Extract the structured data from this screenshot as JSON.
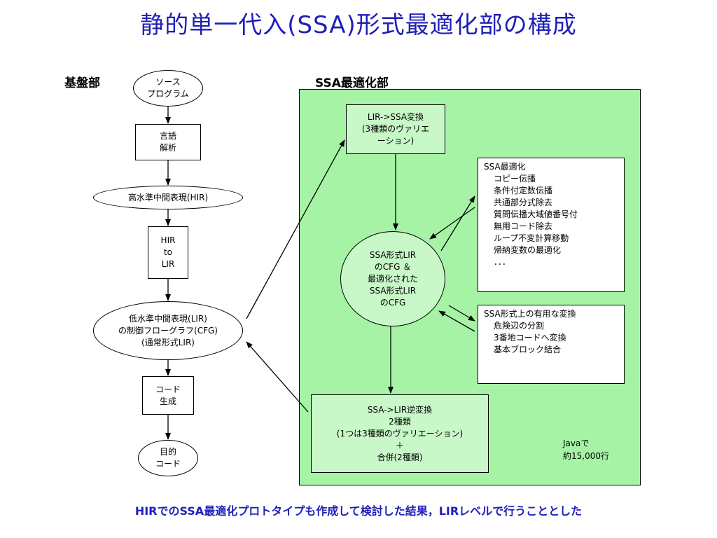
{
  "title": "静的単一代入(SSA)形式最適化部の構成",
  "basic_section": {
    "label": "基盤部",
    "source": [
      "ソース",
      "プログラム"
    ],
    "parse": [
      "言語",
      "解析"
    ],
    "hir": "高水準中間表現(HIR)",
    "hir_to_lir": [
      "HIR",
      "to",
      "LIR"
    ],
    "lir": [
      "低水準中間表現(LIR)",
      "の制御フローグラフ(CFG)",
      "(通常形式LIR)"
    ],
    "codegen": [
      "コード",
      "生成"
    ],
    "target": [
      "目的",
      "コード"
    ]
  },
  "ssa_section": {
    "label": "SSA最適化部",
    "lir_to_ssa": [
      "LIR->SSA変換",
      "(3種類のヴァリエ",
      "ーション)"
    ],
    "ssa_cfg": [
      "SSA形式LIR",
      "のCFG ＆",
      "最適化された",
      "SSA形式LIR",
      "のCFG"
    ],
    "ssa_opt": {
      "heading": "SSA最適化",
      "items": [
        "コピー伝播",
        "条件付定数伝播",
        "共通部分式除去",
        "質問伝播大域値番号付",
        "無用コード除去",
        "ループ不変計算移動",
        "帰納変数の最適化",
        "．．．"
      ]
    },
    "ssa_transform": {
      "heading": "SSA形式上の有用な変換",
      "items": [
        "危険辺の分割",
        "3番地コードへ変換",
        "基本ブロック結合"
      ]
    },
    "ssa_to_lir": [
      "SSA->LIR逆変換",
      "2種類",
      "(1つは3種類のヴァリエーション)",
      "＋",
      "合併(2種類)"
    ],
    "note": [
      "Javaで",
      "約15,000行"
    ]
  },
  "footer": "HIRでのSSA最適化プロトタイプも作成して検討した結果，LIRレベルで行うこととした",
  "colors": {
    "title": "#1f1fb8",
    "green_area": "#a6f3a6",
    "green_box": "#c8f8c8"
  }
}
